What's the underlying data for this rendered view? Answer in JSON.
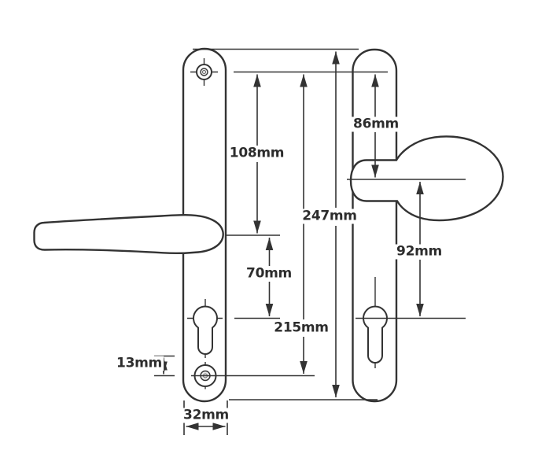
{
  "figure": {
    "type": "technical dimension drawing",
    "subject": "door handle set with lever handle, pad handle, backplates and euro cylinder cut-outs",
    "unit": "mm"
  },
  "colors": {
    "background": "#ffffff",
    "line": "#333333",
    "text": "#2d2d2d"
  },
  "dimensions": {
    "lever_centre_from_top_screw": {
      "label": "108mm",
      "value": 108
    },
    "pad_centre_from_top_screw": {
      "label": "86mm",
      "value": 86
    },
    "backplate_length": {
      "label": "247mm",
      "value": 247
    },
    "pad_centre_to_cylinder": {
      "label": "92mm",
      "value": 92
    },
    "lever_centre_to_cylinder": {
      "label": "70mm",
      "value": 70
    },
    "screw_centre_spacing": {
      "label": "215mm",
      "value": 215
    },
    "cylinder_to_bottom_screw": {
      "label": "13mm",
      "value": 13
    },
    "backplate_width": {
      "label": "32mm",
      "value": 32
    }
  }
}
